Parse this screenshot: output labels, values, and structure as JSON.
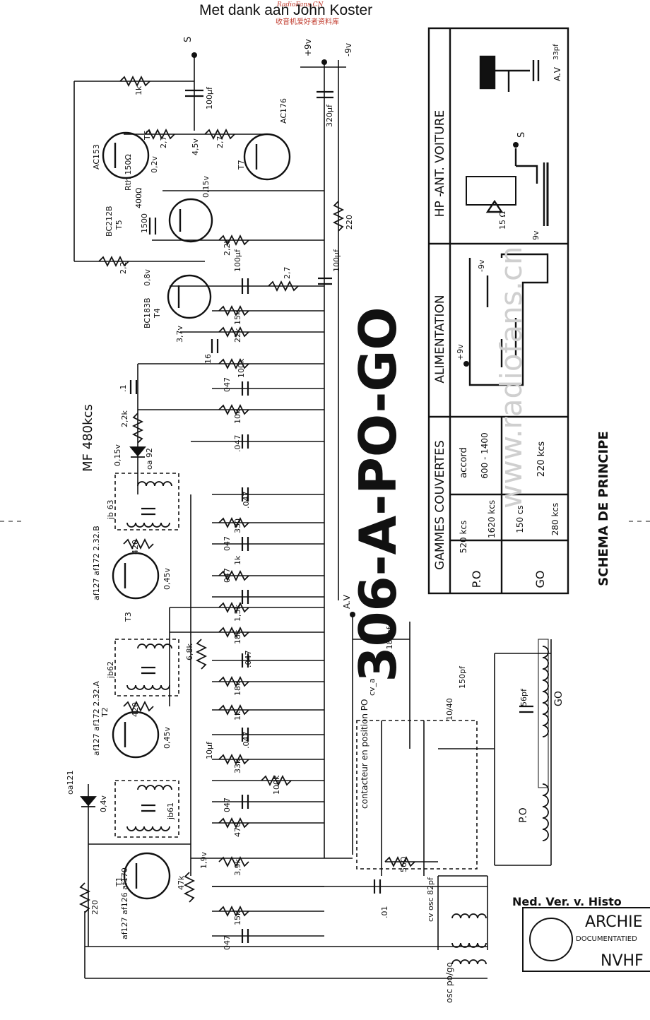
{
  "header": {
    "credit": "Met dank aan John Koster",
    "watermark_red": "RadioFans.CN",
    "watermark_cn": "收音机爱好者资料库",
    "watermark_site": "www.radiofans.cn"
  },
  "title": "306-A-PO-GO",
  "subtitle": "SCHEMA DE PRINCIPE",
  "mf_label": "MF 480kcs",
  "rails": {
    "pos": "+9v",
    "neg": "-9v",
    "s": "S",
    "av": "A.V"
  },
  "panels": {
    "ant_voiture": "ANT. VOITURE",
    "ant_cap": "33pf",
    "ant_av": "A.V",
    "hp": "HP -",
    "hp_s": "S",
    "hp_speaker": "15 Ω",
    "hp_9v": "9v",
    "alimentation": "ALIMENTATION",
    "alim_neg": "-9v",
    "alim_pos": "+9v"
  },
  "gammes": {
    "title": "GAMMES COUVERTES",
    "accord": "accord",
    "po": "P.O",
    "go": "GO",
    "po_lo": "520 kcs",
    "po_hi": "1620 kcs",
    "po_osc": "600 - 1400",
    "go_lo": "150 cs",
    "go_hi": "280 kcs",
    "go_osc": "220 kcs"
  },
  "transistors": [
    {
      "id": "T6",
      "type": "AC153"
    },
    {
      "id": "T7",
      "type": "AC176"
    },
    {
      "id": "T5",
      "type": "BC212B"
    },
    {
      "id": "T4",
      "type": "BC183B"
    },
    {
      "id": "T3",
      "type": "af127 af172 2.32.B"
    },
    {
      "id": "T2",
      "type": "af127 af172 2.32.A"
    },
    {
      "id": "T1",
      "type": "af127 af126 af170"
    }
  ],
  "components": {
    "r_1k_top": "1k",
    "c_100uf_top": "100µf",
    "c_320uf": "320µf",
    "r_27a": "2,7",
    "r_27b": "2,7",
    "v_45": "4,5v",
    "v_02": "0,2v",
    "rth": "Rth 150Ω",
    "r_400": "400Ω",
    "v_015a": "0,15v",
    "c_1500": "1500",
    "r_22k_a": "2,2k",
    "r_22": "2,2",
    "r_220_a": "220",
    "c_100uf_b": "100µf",
    "c_100uf_c": "100µf",
    "v_08": "0,8v",
    "r_27c": "2,7",
    "r_15k_a": "15k",
    "r_22k_b": "22k",
    "v_37": "3,7v",
    "c_16": "16",
    "r_100k_a": "100k",
    "c_047_a": "047",
    "r_10k": "10k",
    "c_1": ".1",
    "r_22k_c": "2,2k",
    "v_015b": "0,15v",
    "diode_92": "oa 92",
    "c_047_b": ".047",
    "jb63": "jb 63",
    "c_047_c": ".047",
    "r_330": "330",
    "c_047_d": "047",
    "r_420_a": "420",
    "v_045a": "0,45v",
    "c_047_e": "047",
    "r_1k_b": "1k",
    "r_15k_b": "1,5k",
    "r_18k_a": "18k",
    "jb62": "jb62",
    "r_68k": "6,8k",
    "c_047_f": ".047",
    "r_18k_b": "18k",
    "r_420_b": "420",
    "v_045b": "0,45v",
    "r_1k_c": "1k",
    "c_047_g": ".047",
    "c_10uf": "10µf",
    "r_33k": "33k",
    "r_100k_b": "100k",
    "diode_121": "oa121",
    "v_04": "0,4v",
    "jb61": "jb61",
    "c_047_h": "047",
    "r_470": "470",
    "v_19": "1,9v",
    "r_39k": "3,9k",
    "r_47k": "47k",
    "r_220_b": "220",
    "r_15k_c": "15k",
    "c_047_i": "047",
    "c_01": ".01",
    "r_56": "56Ω",
    "cv": "cv_a",
    "cc": "cc 180pf",
    "c_150pf": "150pf",
    "c_trim": "10/40",
    "c_56pf": "56pf",
    "coil_go": "GO",
    "coil_po": "P.O",
    "contact": "contacteur en position PO",
    "cv_osc": "cv osc 82pf",
    "osc": "osc po/go"
  },
  "stamp": {
    "org": "Ned. Ver. v. Histo",
    "archive": "ARCHIE",
    "doc": "DOCUMENTATIED",
    "nvhr": "NVHF"
  }
}
